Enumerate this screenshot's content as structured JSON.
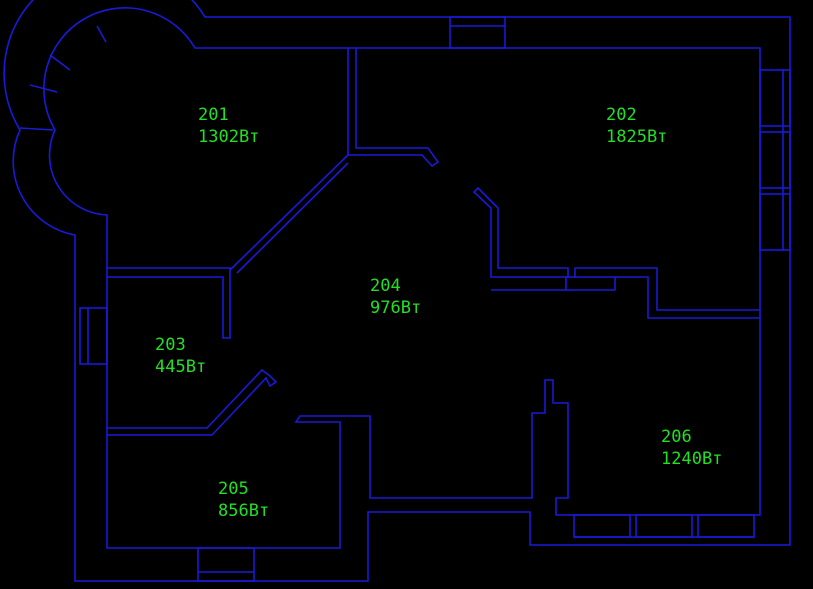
{
  "colors": {
    "background": "#000000",
    "walls": "#1a1ad8",
    "labels": "#22e022"
  },
  "rooms": [
    {
      "number": "201",
      "power": "1302Вт"
    },
    {
      "number": "202",
      "power": "1825Вт"
    },
    {
      "number": "203",
      "power": "445Вт"
    },
    {
      "number": "204",
      "power": "976Вт"
    },
    {
      "number": "205",
      "power": "856Вт"
    },
    {
      "number": "206",
      "power": "1240Вт"
    }
  ]
}
